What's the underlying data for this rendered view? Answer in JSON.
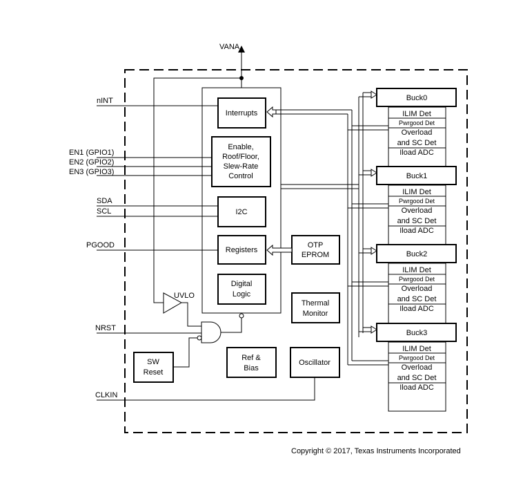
{
  "diagram": {
    "supply": "VANA",
    "pins": {
      "nint": "nINT",
      "en1": "EN1 (GPIO1)",
      "en2": "EN2 (GPIO2)",
      "en3": "EN3 (GPIO3)",
      "sda": "SDA",
      "scl": "SCL",
      "pgood": "PGOOD",
      "nrst": "NRST",
      "clkin": "CLKIN"
    },
    "blocks": {
      "interrupts": "Interrupts",
      "enable": [
        "Enable,",
        "Roof/Floor,",
        "Slew-Rate",
        "Control"
      ],
      "i2c": "I2C",
      "registers": "Registers",
      "otp": [
        "OTP",
        "EPROM"
      ],
      "digital_logic": [
        "Digital",
        "Logic"
      ],
      "thermal": [
        "Thermal",
        "Monitor"
      ],
      "uvlo": "UVLO",
      "sw_reset": [
        "SW",
        "Reset"
      ],
      "ref_bias": [
        "Ref &",
        "Bias"
      ],
      "oscillator": "Oscillator"
    },
    "bucks": [
      {
        "name": "Buck0",
        "rows": [
          "ILIM Det",
          "Pwrgood Det",
          "Overload",
          "and SC Det",
          "Iload ADC"
        ]
      },
      {
        "name": "Buck1",
        "rows": [
          "ILIM Det",
          "Pwrgood Det",
          "Overload",
          "and SC Det",
          "Iload ADC"
        ]
      },
      {
        "name": "Buck2",
        "rows": [
          "ILIM Det",
          "Pwrgood Det",
          "Overload",
          "and SC Det",
          "Iload ADC"
        ]
      },
      {
        "name": "Buck3",
        "rows": [
          "ILIM Det",
          "Pwrgood Det",
          "Overload",
          "and SC Det",
          "Iload ADC"
        ]
      }
    ],
    "copyright": "Copyright © 2017, Texas Instruments Incorporated"
  }
}
